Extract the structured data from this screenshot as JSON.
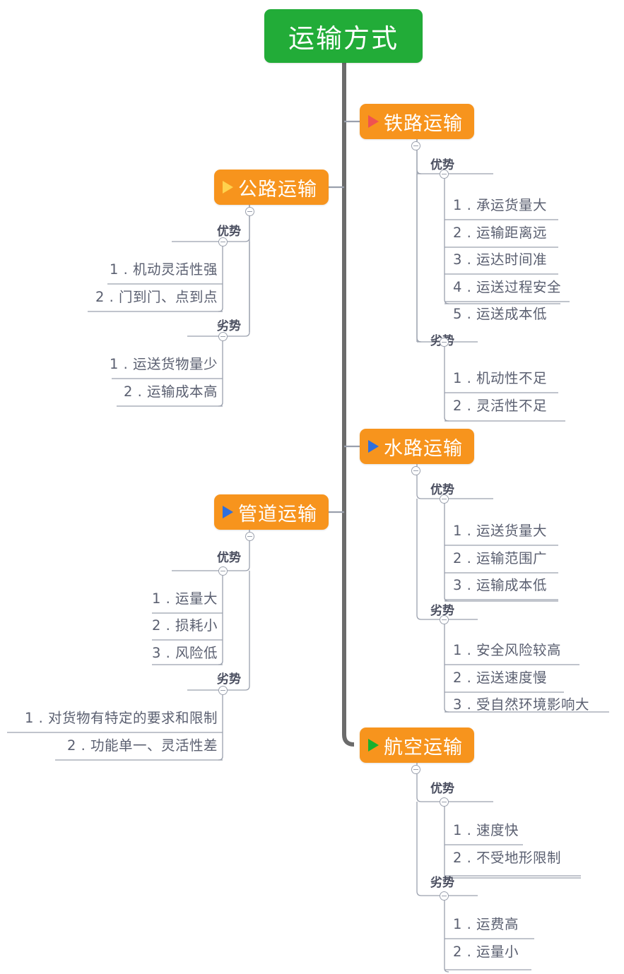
{
  "title": "运输方式",
  "colors": {
    "root_bg": "#22ac38",
    "branch_bg": "#f7941d",
    "spine": "#6b6b6b",
    "connector": "#9aa0ad",
    "text_leaf": "#5a5f70",
    "text_label": "#4b4f60",
    "marker_rail": "#ef5350",
    "marker_road": "#ffd24d",
    "marker_water": "#2f6fdd",
    "marker_pipe": "#2f6fdd",
    "marker_air": "#18b02e"
  },
  "labels": {
    "pros": "优势",
    "cons": "劣势"
  },
  "branches": [
    {
      "id": "rail",
      "label": "铁路运输",
      "marker": "triangle-red-icon",
      "side": "right",
      "pros": [
        "1 . 承运货量大",
        "2 . 运输距离远",
        "3 . 运达时间准",
        "4 . 运送过程安全",
        "5 . 运送成本低"
      ],
      "cons": [
        "1 . 机动性不足",
        "2 . 灵活性不足"
      ]
    },
    {
      "id": "road",
      "label": "公路运输",
      "marker": "triangle-yellow-icon",
      "side": "left",
      "pros": [
        "1 . 机动灵活性强",
        "2 . 门到门、点到点"
      ],
      "cons": [
        "1 . 运送货物量少",
        "2 . 运输成本高"
      ]
    },
    {
      "id": "water",
      "label": "水路运输",
      "marker": "triangle-blue-icon",
      "side": "right",
      "pros": [
        "1 . 运送货量大",
        "2 . 运输范围广",
        "3 . 运输成本低"
      ],
      "cons": [
        "1 . 安全风险较高",
        "2 . 运送速度慢",
        "3 . 受自然环境影响大"
      ]
    },
    {
      "id": "pipe",
      "label": "管道运输",
      "marker": "triangle-blue-icon",
      "side": "left",
      "pros": [
        "1 . 运量大",
        "2 . 损耗小",
        "3 . 风险低"
      ],
      "cons": [
        "1 . 对货物有特定的要求和限制",
        "2 . 功能单一、灵活性差"
      ]
    },
    {
      "id": "air",
      "label": "航空运输",
      "marker": "triangle-green-icon",
      "side": "right",
      "pros": [
        "1 . 速度快",
        "2 . 不受地形限制"
      ],
      "cons": [
        "1 . 运费高",
        "2 . 运量小"
      ]
    }
  ]
}
